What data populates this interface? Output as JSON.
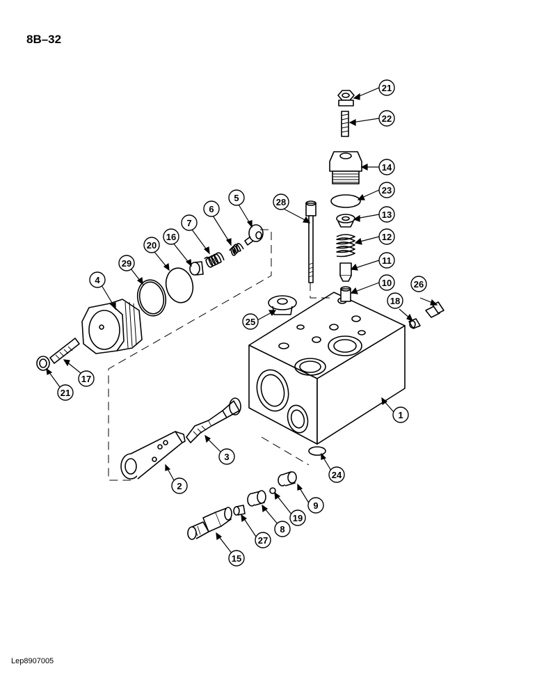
{
  "page_code": "8B–32",
  "reference_code": "Lep8907005",
  "callouts": [
    "21",
    "22",
    "14",
    "23",
    "13",
    "12",
    "11",
    "10",
    "26",
    "18",
    "28",
    "5",
    "6",
    "7",
    "16",
    "20",
    "29",
    "4",
    "25",
    "1",
    "17",
    "21",
    "3",
    "2",
    "24",
    "9",
    "19",
    "8",
    "27",
    "15"
  ]
}
